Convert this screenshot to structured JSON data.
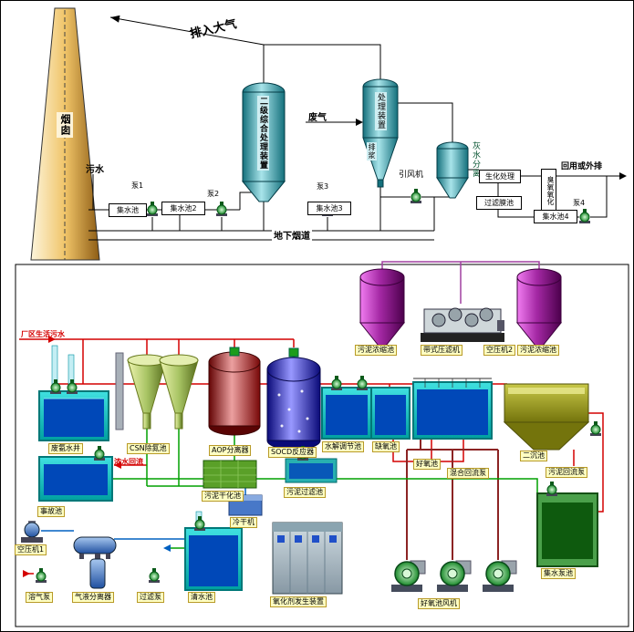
{
  "top": {
    "atmosphere": "排入大气",
    "chimney": "烟囱",
    "sewage": "污水",
    "pumps": {
      "p1": "泵1",
      "p2": "泵2",
      "p3": "泵3",
      "p4": "泵4"
    },
    "sumps": {
      "s1": "集水池",
      "s2": "集水池2",
      "s3": "集水池3",
      "s4": "集水池4"
    },
    "column": "二级综合处理装置",
    "waste_gas": "废气",
    "treatment_unit": "处理装置",
    "slurry_discharge": "排浆",
    "induced_fan": "引风机",
    "ash_water_separator": "灰水分离",
    "bio_treatment": "生化处理",
    "filter_membrane": "过滤膜池",
    "ozone_oxidation": "臭氧氧化",
    "reuse_or_discharge": "回用或外排",
    "underground_flue": "地下烟道"
  },
  "bottom": {
    "plant_sewage_inlet": "厂区生活污水",
    "sludge_thickener_left": "污泥浓缩池",
    "belt_filter_press": "带式压滤机",
    "air_compressor_2": "空压机2",
    "sludge_thickener_right": "污泥浓缩池",
    "waste_ammonia_well": "废氨水井",
    "csn_tank": "CSN除氮池",
    "aop_separator": "AOP分离器",
    "socd_reactor": "SOCD反应器",
    "hydrolysis_tank": "水解调节池",
    "anoxic_tank": "缺氧池",
    "aerobic_tank": "好氧池",
    "mixed_return_pump": "混合回流泵",
    "secondary_clarifier": "二沉池",
    "sludge_return_pump": "污泥回流泵",
    "accident_tank": "事故池",
    "sludge_drying_tank": "污泥干化池",
    "sludge_filter_tank": "污泥过滤池",
    "concentrate_return": "浓水回流",
    "cold_dryer": "冷干机",
    "air_compressor_1": "空压机1",
    "dissolved_air_pump": "溶气泵",
    "gas_liquid_separator": "气液分离器",
    "filter_pump": "过滤泵",
    "clean_water_tank": "清水池",
    "oxidant_generator": "氧化剂发生装置",
    "aerobic_blowers": "好氧池风机",
    "sump_pump_tank": "集水泵池"
  },
  "colors": {
    "pipe_red": "#d40000",
    "pipe_green": "#00a000",
    "pipe_blue": "#0060c0",
    "pipe_magenta": "#a040a0",
    "tank_cyan": "#00c8c8",
    "water_blue": "#0048b8",
    "hopper_purple": "#a428a4",
    "vessel_teal": "#14707c",
    "label_yellow": "#ffffc2"
  }
}
